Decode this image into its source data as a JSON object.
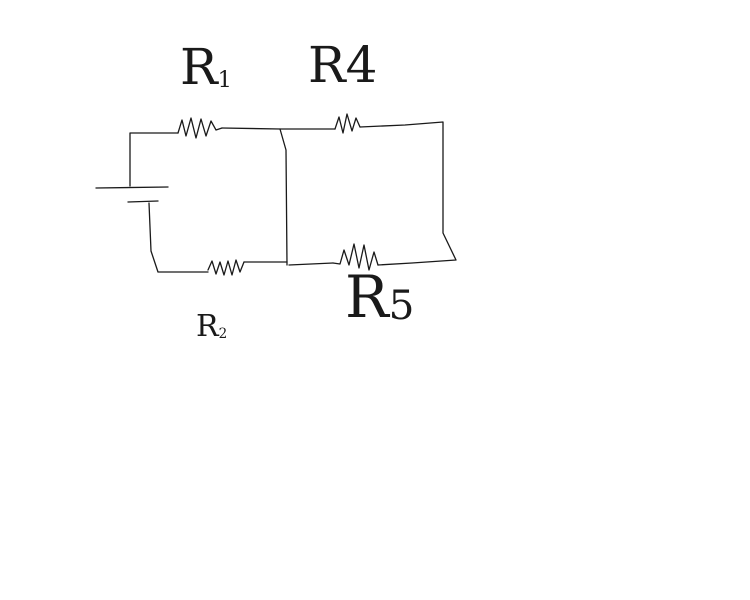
{
  "diagram": {
    "labels": {
      "r1": {
        "letter": "R",
        "sub": "1"
      },
      "r4": {
        "letter": "R",
        "sub": "4"
      },
      "r2": {
        "letter": "R",
        "sub": "2"
      },
      "r5": {
        "letter": "R",
        "sub": "5"
      }
    }
  },
  "colors": {
    "background": "#ffffff",
    "ink": "#1a1a1a"
  }
}
